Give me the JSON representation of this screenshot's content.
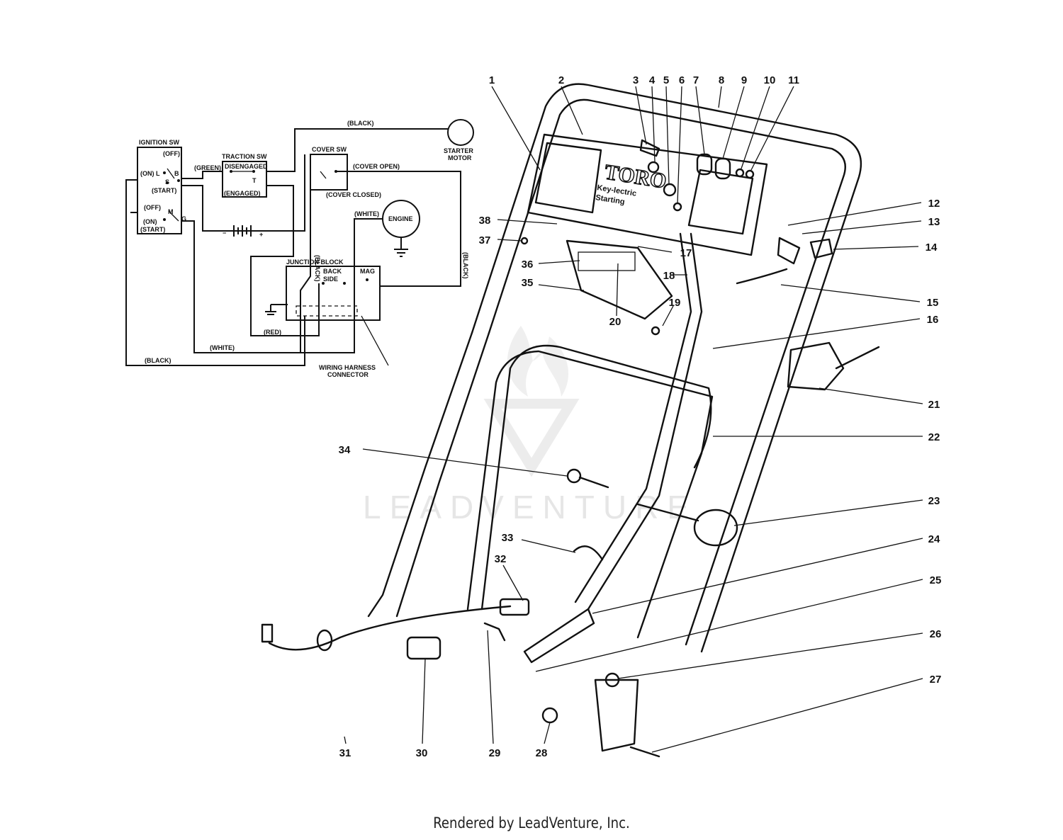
{
  "schematic": {
    "labels": {
      "wire_black_top": "(BLACK)",
      "starter_motor_1": "STARTER",
      "starter_motor_2": "MOTOR",
      "ignition_sw": "IGNITION SW",
      "ign_off_1": "(OFF)",
      "ign_on_l": "(ON) L",
      "ign_b": "B",
      "ign_s": "S",
      "ign_start_1": "(START)",
      "ign_off_2": "(OFF)",
      "ign_m": "M",
      "ign_on_2": "(ON)",
      "ign_g": "G",
      "ign_start_2": "(START)",
      "green": "(GREEN)",
      "traction_sw": "TRACTION SW",
      "disengaged": "DISENGAGED",
      "traction_t": "T",
      "engaged": "(ENGAGED)",
      "cover_sw": "COVER SW",
      "cover_open": "(COVER OPEN)",
      "cover_closed": "(COVER CLOSED)",
      "white_top": "(WHITE)",
      "engine": "ENGINE",
      "black_vertical": "(BLACK)",
      "black_right": "(BLACK)",
      "junction_block": "JUNCTION BLOCK",
      "back_side_1": "BACK",
      "back_side_2": "SIDE",
      "mag": "MAG",
      "red": "(RED)",
      "white_bottom": "(WHITE)",
      "black_bottom": "(BLACK)",
      "harness_1": "WIRING HARNESS",
      "harness_2": "CONNECTOR",
      "batt_minus": "−",
      "batt_plus": "+"
    }
  },
  "panel": {
    "brand": "TORO",
    "sub_1": "Key-lectric",
    "sub_2": "Starting"
  },
  "callouts": {
    "c1": "1",
    "c2": "2",
    "c3": "3",
    "c4": "4",
    "c5": "5",
    "c6": "6",
    "c7": "7",
    "c8": "8",
    "c9": "9",
    "c10": "10",
    "c11": "11",
    "c12": "12",
    "c13": "13",
    "c14": "14",
    "c15": "15",
    "c16": "16",
    "c17": "17",
    "c18": "18",
    "c19": "19",
    "c20": "20",
    "c21": "21",
    "c22": "22",
    "c23": "23",
    "c24": "24",
    "c25": "25",
    "c26": "26",
    "c27": "27",
    "c28": "28",
    "c29": "29",
    "c30": "30",
    "c31": "31",
    "c32": "32",
    "c33": "33",
    "c34": "34",
    "c35": "35",
    "c36": "36",
    "c37": "37",
    "c38": "38"
  },
  "watermark": "LEADVENTURE",
  "footer": "Rendered by LeadVenture, Inc."
}
